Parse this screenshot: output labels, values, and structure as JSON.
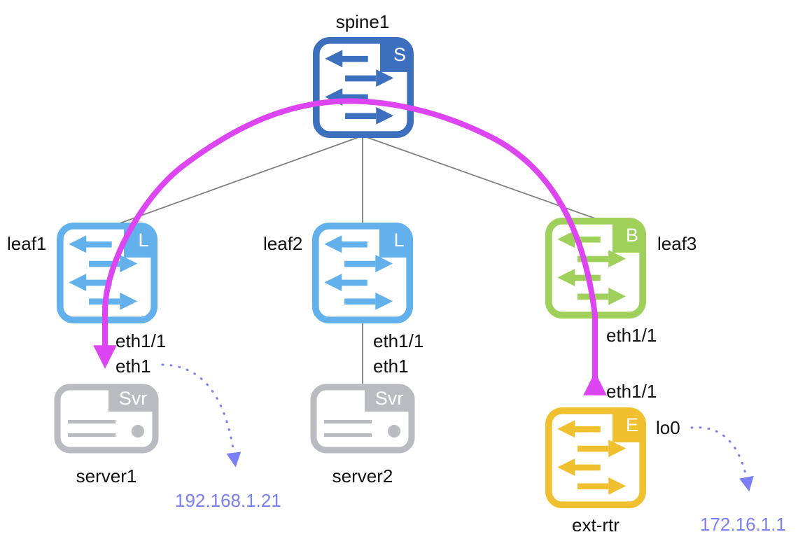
{
  "colors": {
    "spine": "#3d6fbf",
    "leaf": "#62b1ec",
    "border_leaf": "#9ed05a",
    "edge_router": "#f0c02e",
    "server": "#b9bbc1",
    "link": "#808080",
    "path": "#dd44f2",
    "ip": "#7b7ff5"
  },
  "nodes": {
    "spine1": {
      "name": "spine1",
      "badge": "S"
    },
    "leaf1": {
      "name": "leaf1",
      "badge": "L"
    },
    "leaf2": {
      "name": "leaf2",
      "badge": "L"
    },
    "leaf3": {
      "name": "leaf3",
      "badge": "B"
    },
    "server1": {
      "name": "server1",
      "badge": "Svr"
    },
    "server2": {
      "name": "server2",
      "badge": "Svr"
    },
    "ext_rtr": {
      "name": "ext-rtr",
      "badge": "E"
    }
  },
  "interfaces": {
    "leaf1_eth": "eth1/1",
    "server1_eth": "eth1",
    "leaf2_eth": "eth1/1",
    "server2_eth": "eth1",
    "leaf3_eth": "eth1/1",
    "ext_rtr_eth": "eth1/1",
    "ext_rtr_lo": "lo0"
  },
  "addresses": {
    "server1_ip": "192.168.1.21",
    "ext_rtr_ip": "172.16.1.1"
  }
}
